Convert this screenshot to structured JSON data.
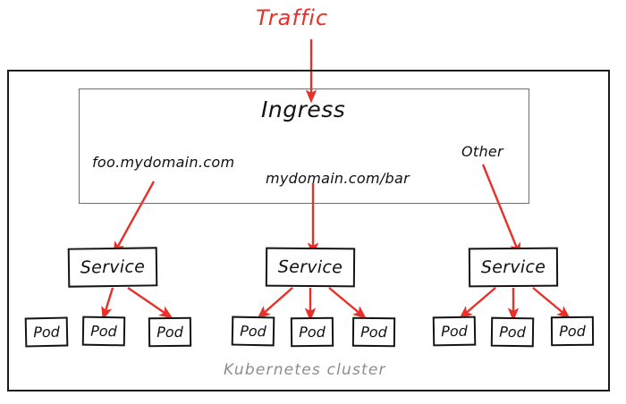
{
  "diagram": {
    "title": "Traffic",
    "cluster_caption": "Kubernetes cluster",
    "ingress": {
      "title": "Ingress",
      "rules": [
        {
          "label": "foo.mydomain.com"
        },
        {
          "label": "mydomain.com/bar"
        },
        {
          "label": "Other"
        }
      ]
    },
    "groups": [
      {
        "service_label": "Service",
        "pods": [
          {
            "label": "Pod"
          },
          {
            "label": "Pod"
          },
          {
            "label": "Pod"
          }
        ]
      },
      {
        "service_label": "Service",
        "pods": [
          {
            "label": "Pod"
          },
          {
            "label": "Pod"
          },
          {
            "label": "Pod"
          }
        ]
      },
      {
        "service_label": "Service",
        "pods": [
          {
            "label": "Pod"
          },
          {
            "label": "Pod"
          },
          {
            "label": "Pod"
          }
        ]
      }
    ],
    "colors": {
      "arrow": "#e8302a",
      "box_border": "#141414",
      "cluster_border": "#1b1b1b",
      "ingress_border": "#6e6e6e",
      "caption_text": "#8c8c8c",
      "text": "#111111",
      "background": "#ffffff"
    }
  }
}
